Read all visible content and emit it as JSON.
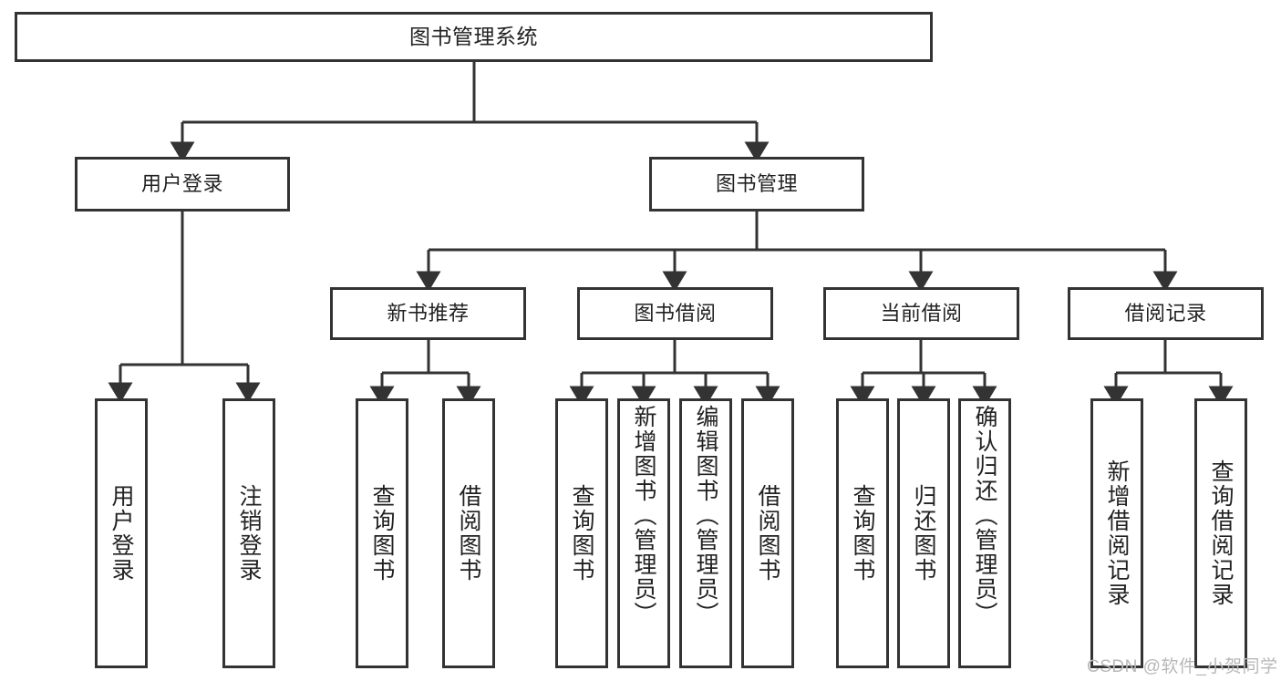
{
  "diagram": {
    "title": "图书管理系统",
    "type": "hierarchy-tree",
    "stroke_color": "#333333",
    "fill_color": "#ffffff",
    "text_color": "#222222"
  },
  "nodes": {
    "root": {
      "label": "图书管理系统"
    },
    "level1": [
      {
        "label": "用户登录"
      },
      {
        "label": "图书管理"
      }
    ],
    "level2": [
      {
        "label": "新书推荐"
      },
      {
        "label": "图书借阅"
      },
      {
        "label": "当前借阅"
      },
      {
        "label": "借阅记录"
      }
    ],
    "leaves": {
      "user_login": [
        {
          "label": "用户登录"
        },
        {
          "label": "注销登录"
        }
      ],
      "new_book_recommend": [
        {
          "label": "查询图书"
        },
        {
          "label": "借阅图书"
        }
      ],
      "book_borrow": [
        {
          "label": "查询图书"
        },
        {
          "label": "新增图书（管理员）"
        },
        {
          "label": "编辑图书（管理员）"
        },
        {
          "label": "借阅图书"
        }
      ],
      "current_borrow": [
        {
          "label": "查询图书"
        },
        {
          "label": "归还图书"
        },
        {
          "label": "确认归还（管理员）"
        }
      ],
      "borrow_record": [
        {
          "label": "新增借阅记录"
        },
        {
          "label": "查询借阅记录"
        }
      ]
    }
  },
  "watermark": {
    "text": "CSDN @软件_小贺同学"
  }
}
